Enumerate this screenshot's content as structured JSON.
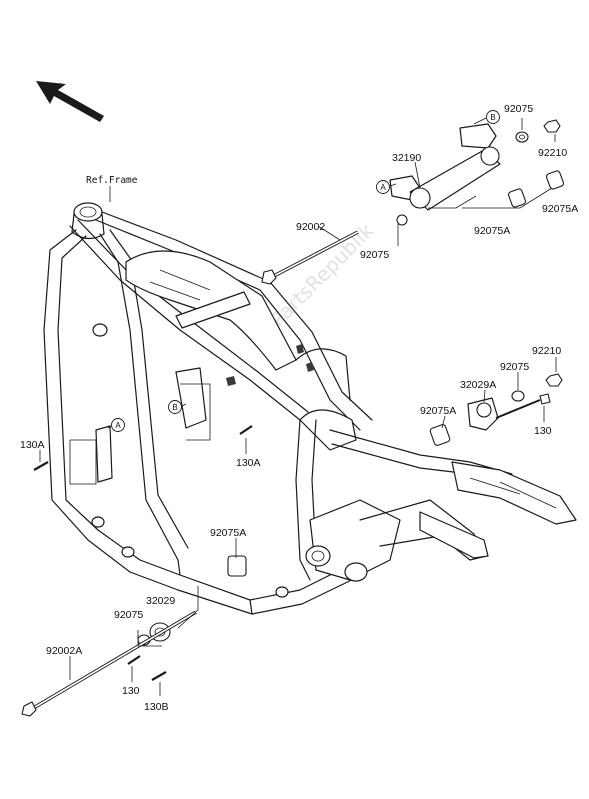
{
  "diagram": {
    "reference_label": "Ref.Frame",
    "watermark": "PartsRepublik",
    "callout_letters": {
      "a": "A",
      "b": "B"
    },
    "part_labels": {
      "p92075_top": "92075",
      "p92210_top": "92210",
      "p32190": "32190",
      "p92075a_right1": "92075A",
      "p92075a_right2": "92075A",
      "p92002": "92002",
      "p92075_mid": "92075",
      "p92210_mid": "92210",
      "p92075_mid2": "92075",
      "p32029a": "32029A",
      "p92075a_mid": "92075A",
      "p130_right": "130",
      "p130a_left": "130A",
      "p130a_center": "130A",
      "p92075a_bottom": "92075A",
      "p32029": "32029",
      "p92075_bottom": "92075",
      "p92002a": "92002A",
      "p130_bottom": "130",
      "p130b": "130B"
    }
  }
}
